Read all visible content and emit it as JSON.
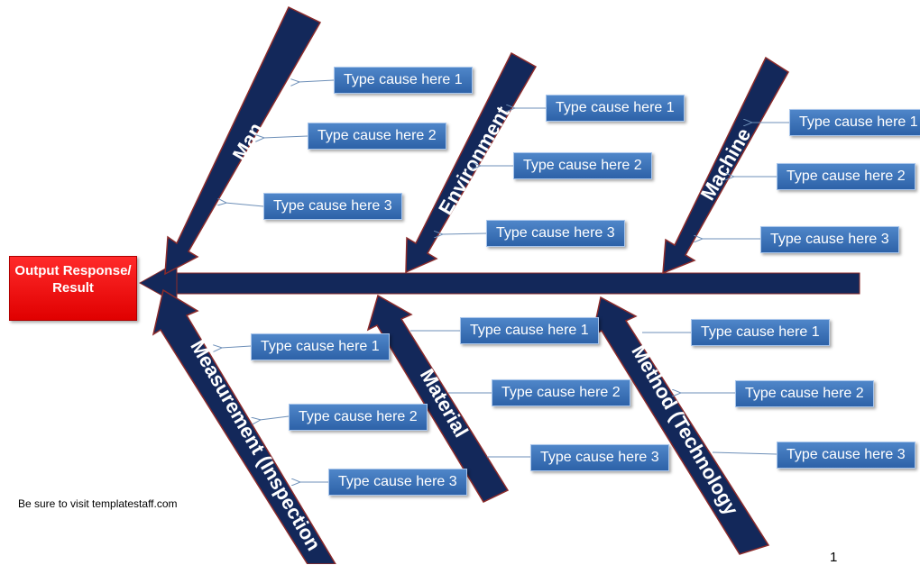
{
  "output_label": "Output Response/ Result",
  "categories": {
    "man": "Man",
    "environment": "Environment",
    "machine": "Machine",
    "measurement": "Measurement (Inspection",
    "material": "Material",
    "method": "Method (Technology"
  },
  "causes": {
    "man": [
      "Type cause here 1",
      "Type cause here 2",
      "Type cause here 3"
    ],
    "environment": [
      "Type cause here 1",
      "Type cause here 2",
      "Type cause here 3"
    ],
    "machine": [
      "Type cause here 1",
      "Type cause here 2",
      "Type cause here 3"
    ],
    "measurement": [
      "Type cause here 1",
      "Type cause here 2",
      "Type cause here 3"
    ],
    "material": [
      "Type cause here 1",
      "Type cause here 2",
      "Type cause here 3"
    ],
    "method": [
      "Type cause here 1",
      "Type cause here 2",
      "Type cause here 3"
    ]
  },
  "footer": "Be sure to visit templatestaff.com",
  "page_number": "1",
  "colors": {
    "bone": "#13285a",
    "bone_outline": "#8b2b2b",
    "cause_box": "#3a70b6",
    "output_box": "#ff0000",
    "connector": "#6d8fb8"
  }
}
